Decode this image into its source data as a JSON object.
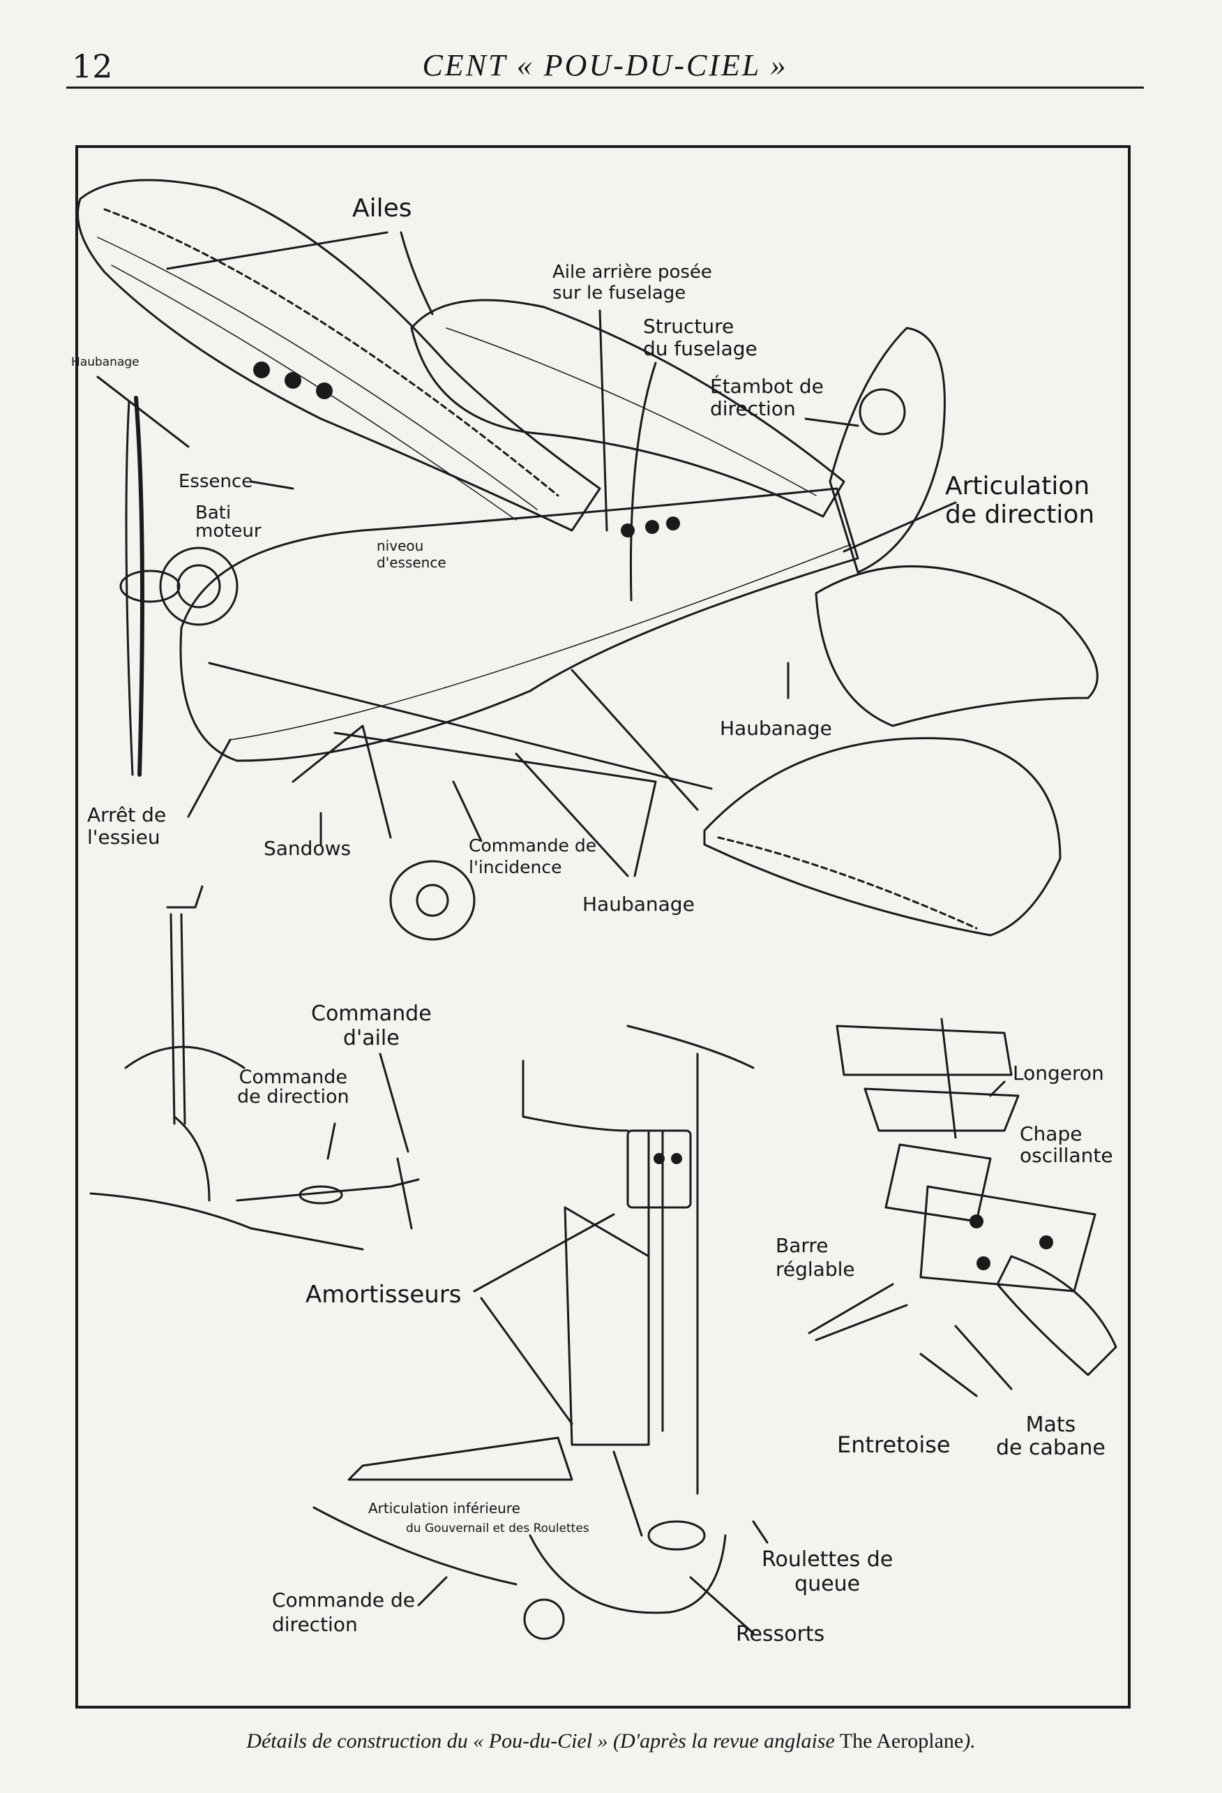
{
  "page": {
    "number": "12",
    "running_title": "CENT « POU-DU-CIEL »"
  },
  "figure": {
    "labels": {
      "ailes": "Ailes",
      "aile_arriere": "Aile arrière posée\nsur le fuselage",
      "structure": "Structure\ndu fuselage",
      "etambot": "Étambot de\ndirection",
      "haubanage_left": "Haubanage",
      "essence": "Essence",
      "bati_moteur": "Bati\nmoteur",
      "niveou": "niveou\nd'essence",
      "articulation_direction": "Articulation\nde direction",
      "haubanage_right": "Haubanage",
      "arret": "Arrêt de\nl'essieu",
      "sandows": "Sandows",
      "commande_incidence": "Commande de\nl'incidence",
      "haubanage_bottom": "Haubanage",
      "commande_aile": "Commande\nd'aile",
      "commande_direction_upper": "Commande\nde direction",
      "longeron": "Longeron",
      "chape": "Chape\noscillante",
      "barre": "Barre\nréglable",
      "amortisseurs": "Amortisseurs",
      "entretoise": "Entretoise",
      "mats": "Mats\nde cabane",
      "articulation_inferieure_1": "Articulation inférieure",
      "articulation_inferieure_2": "du Gouvernail et des Roulettes",
      "roulettes": "Roulettes de\nqueue",
      "commande_direction_lower": "Commande de\ndirection",
      "ressorts": "Ressorts"
    }
  },
  "caption": {
    "part1": "Détails de construction du « Pou-du-Ciel » (D'après la revue anglaise",
    "part2": "The Aeroplane",
    "part3": ")."
  }
}
